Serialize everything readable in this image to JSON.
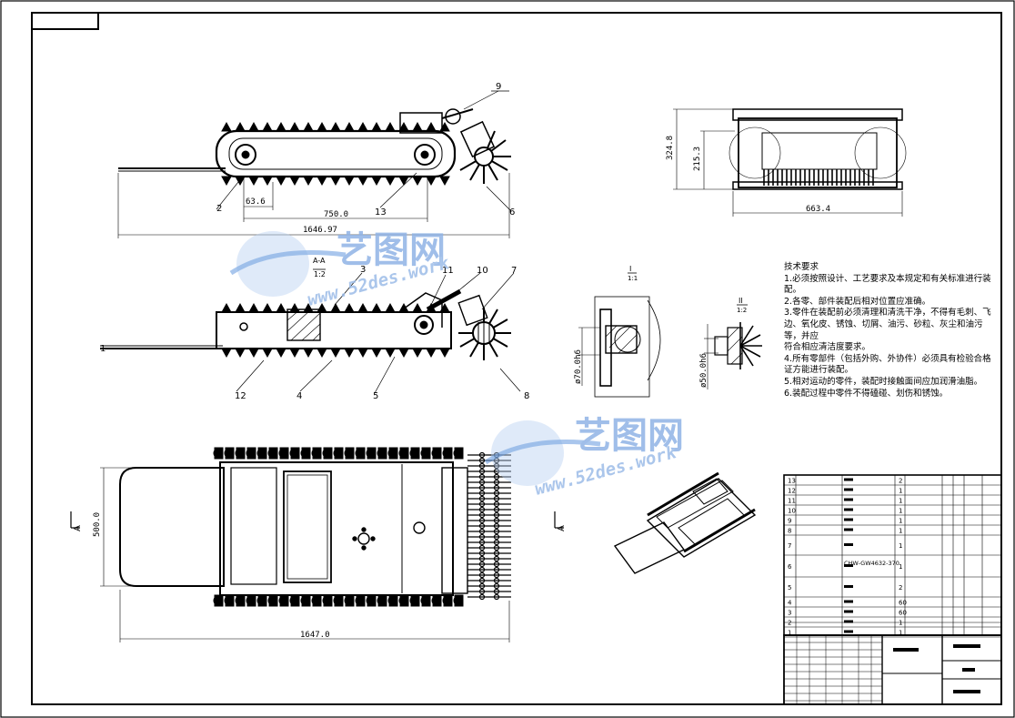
{
  "drawing": {
    "border_color": "#000000",
    "tech_requirements": {
      "title": "技术要求",
      "lines": [
        "1.必须按照设计、工艺要求及本规定和有关标准进行装",
        "配。",
        "2.各零、部件装配后相对位置应准确。",
        "3.零件在装配前必须清理和清洗干净，不得有毛刺、飞",
        "边、氧化皮、锈蚀、切屑、油污、砂粒、灰尘和油污等，并应",
        "符合相应清洁度要求。",
        "4.所有零部件（包括外购、外协件）必须具有检验合格",
        "证方能进行装配。",
        "5.相对运动的零件，装配时接触面间应加润滑油脂。",
        "6.装配过程中零件不得磕碰、划伤和锈蚀。"
      ]
    },
    "top_view": {
      "dims": [
        "63.6",
        "750.0",
        "1646.97"
      ],
      "balloons": [
        "9",
        "2",
        "13",
        "6"
      ]
    },
    "section_view": {
      "section_label": "A-A",
      "scale_label": "1:2",
      "balloons": [
        "3",
        "11",
        "10",
        "7",
        "1",
        "12",
        "4",
        "5",
        "8"
      ]
    },
    "side_view": {
      "dims": [
        "324.8",
        "215.3",
        "663.4"
      ]
    },
    "detail_i": {
      "label": "I",
      "scale": "1:1",
      "dim": "ø70.0h6"
    },
    "detail_ii": {
      "label": "II",
      "scale": "1:2",
      "dim": "ø50.0h6"
    },
    "plan_view": {
      "dims": [
        "500.0",
        "1647.0"
      ],
      "arrow_left": "A",
      "arrow_right": "A"
    },
    "bom": {
      "rows": [
        {
          "no": "13",
          "qty": "2"
        },
        {
          "no": "12",
          "qty": "1"
        },
        {
          "no": "11",
          "qty": "1"
        },
        {
          "no": "10",
          "qty": "1"
        },
        {
          "no": "9",
          "qty": "1"
        },
        {
          "no": "8",
          "qty": "1"
        },
        {
          "no": "7",
          "qty": "1"
        },
        {
          "no": "6",
          "spec": "CHW-GW4632-370",
          "qty": "1"
        },
        {
          "no": "5",
          "qty": "2"
        },
        {
          "no": "4",
          "qty": "60"
        },
        {
          "no": "3",
          "qty": "60"
        },
        {
          "no": "2",
          "qty": "1"
        },
        {
          "no": "1",
          "qty": "1"
        }
      ]
    },
    "watermarks": [
      {
        "brand": "艺图网",
        "url": "www.52des.work"
      },
      {
        "brand": "艺图网",
        "url": "www.52des.work"
      }
    ]
  }
}
